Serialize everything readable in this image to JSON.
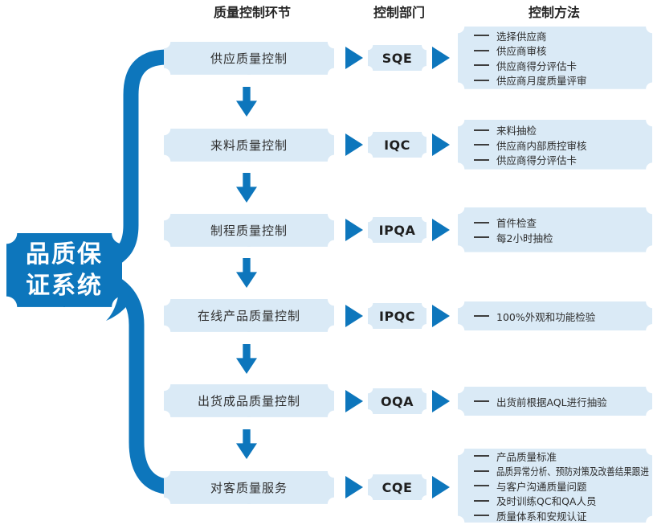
{
  "title": {
    "line1": "品质保",
    "line2": "证系统"
  },
  "headers": {
    "stage": "质量控制环节",
    "department": "控制部门",
    "method": "控制方法"
  },
  "colors": {
    "primary_blue": "#0d76bc",
    "light_blue": "#daeaf6",
    "text_dark": "#2e2e2e"
  },
  "rows": [
    {
      "stage": "供应质量控制",
      "department": "SQE",
      "methods": [
        "选择供应商",
        "供应商审核",
        "供应商得分评估卡",
        "供应商月度质量评审"
      ]
    },
    {
      "stage": "来料质量控制",
      "department": "IQC",
      "methods": [
        "来料抽检",
        "供应商内部质控审核",
        "供应商得分评估卡"
      ]
    },
    {
      "stage": "制程质量控制",
      "department": "IPQA",
      "methods": [
        "首件检查",
        "每2小时抽检"
      ]
    },
    {
      "stage": "在线产品质量控制",
      "department": "IPQC",
      "methods": [
        "100%外观和功能检验"
      ]
    },
    {
      "stage": "出货成品质量控制",
      "department": "OQA",
      "methods": [
        "出货前根据AQL进行抽验"
      ]
    },
    {
      "stage": "对客质量服务",
      "department": "CQE",
      "methods": [
        "产品质量标准",
        "品质异常分析、预防对策及改善结果跟进",
        "与客户沟通质量问题",
        "及时训练QC和QA人员",
        "质量体系和安规认证"
      ]
    }
  ]
}
